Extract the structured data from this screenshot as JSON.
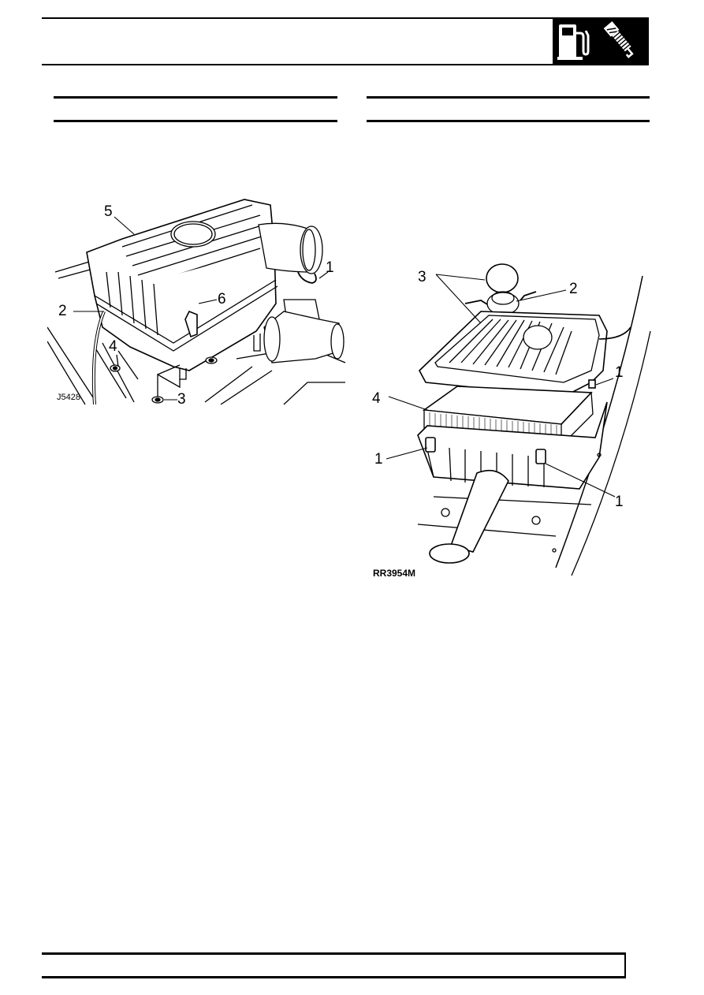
{
  "header": {
    "icons": [
      "fuel-pump-icon",
      "spark-plug-icon"
    ]
  },
  "left_section": {
    "title": "",
    "figure": {
      "id": "J5428",
      "callouts": [
        "1",
        "2",
        "3",
        "4",
        "5",
        "6"
      ]
    }
  },
  "right_section": {
    "title": "",
    "figure": {
      "id": "RR3954M",
      "callouts": [
        "1",
        "1",
        "1",
        "2",
        "3",
        "4"
      ]
    }
  },
  "footer": {
    "text": ""
  },
  "colors": {
    "ink": "#000000",
    "paper": "#ffffff"
  }
}
